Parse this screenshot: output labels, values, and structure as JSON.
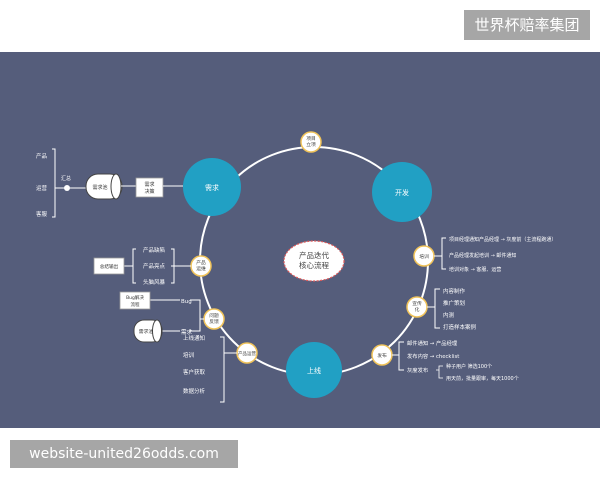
{
  "watermark_top": "世界杯赔率集团",
  "watermark_bottom": "website-united26odds.com",
  "center_line1": "产品迭代",
  "center_line2": "核心流程",
  "big_nodes": {
    "req": "需求",
    "dev": "开发",
    "online": "上线"
  },
  "small_nodes": {
    "setup_line1": "项目",
    "setup_line2": "立项",
    "train": "培训",
    "promo_line1": "宣传",
    "promo_line2": "化",
    "release": "发布",
    "ops": "产品运营",
    "feedback_line1": "问题",
    "feedback_line2": "反馈",
    "collect_line1": "产品",
    "collect_line2": "运维"
  },
  "left_sources": [
    "产品",
    "运营",
    "客服"
  ],
  "summary": "汇总",
  "req_pool": "需求池",
  "decision_line1": "需求",
  "decision_line2": "决策",
  "summary_output": "总结输出",
  "collect_items": [
    "产品缺陷",
    "产品亮点",
    "头脑风暴"
  ],
  "bug_box_line1": "Bug解决",
  "bug_box_line2": "流程",
  "bug_label": "Bug",
  "pool_box2": "需求池",
  "need_label": "需求",
  "ops_items": [
    "上线通知",
    "培训",
    "客户获取",
    "数据分析"
  ],
  "train_items": [
    "项目经理通知产品经理 → 灰度前（主流程跑通）",
    "产品经理发起培训 → 邮件通知",
    "培训对象 → 客服、运营"
  ],
  "promo_items": [
    "内容制作",
    "推广策划",
    "内测",
    "打造样本案例"
  ],
  "release_items": [
    "邮件通知 → 产品经理",
    "发布内容 → checklist",
    "灰度发布",
    "种子用户 筛选100个",
    "用天前，批量跟审，每天1000个"
  ]
}
